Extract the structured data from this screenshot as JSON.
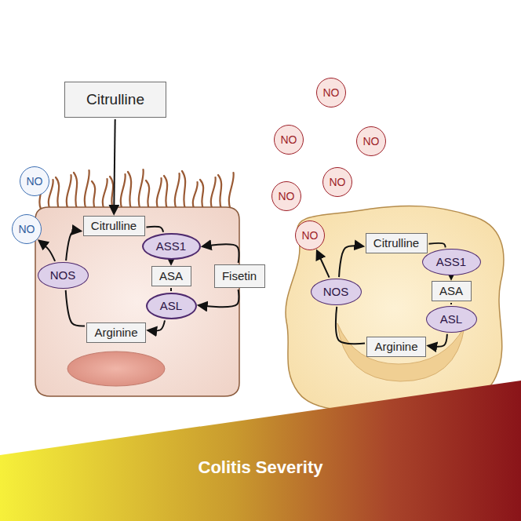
{
  "diagram": {
    "nodes": [
      {
        "text": [
          "Citrulline"
        ]
      },
      {
        "text": [
          "NO"
        ]
      },
      {
        "text": [
          "NO"
        ]
      },
      {
        "text": [
          "Citrulline"
        ]
      },
      {
        "text": [
          "ASS1"
        ]
      },
      {
        "text": [
          "ASA"
        ]
      },
      {
        "text": [
          "ASL"
        ]
      },
      {
        "text": [
          "Arginine"
        ]
      },
      {
        "text": [
          "NOS"
        ]
      },
      {
        "text": [
          "Fisetin"
        ]
      },
      {
        "text": [
          "NO"
        ]
      },
      {
        "text": [
          "NO"
        ]
      },
      {
        "text": [
          "NO"
        ]
      },
      {
        "text": [
          "NO"
        ]
      },
      {
        "text": [
          "NO"
        ]
      },
      {
        "text": [
          "NO"
        ]
      },
      {
        "text": [
          "Citrulline"
        ]
      },
      {
        "text": [
          "ASS1"
        ]
      },
      {
        "text": [
          "ASA"
        ]
      },
      {
        "text": [
          "ASL"
        ]
      },
      {
        "text": [
          "Arginine"
        ]
      },
      {
        "text": [
          "NOS"
        ]
      },
      {
        "text": [
          "Colitis Severity"
        ]
      }
    ],
    "edges": [
      {
        "from": 0,
        "to": 3,
        "arrow": "to"
      },
      {
        "from": 3,
        "to": 4,
        "arrow": "none"
      },
      {
        "from": 4,
        "to": 5,
        "arrow": "to"
      },
      {
        "from": 5,
        "to": 6,
        "arrow": "none"
      },
      {
        "from": 6,
        "to": 7,
        "arrow": "to"
      },
      {
        "from": 7,
        "to": 8,
        "arrow": "none"
      },
      {
        "from": 8,
        "to": 3,
        "arrow": "to"
      },
      {
        "from": 8,
        "to": 2,
        "arrow": "to"
      },
      {
        "from": 9,
        "to": 4,
        "arrow": "to"
      },
      {
        "from": 9,
        "to": 6,
        "arrow": "to"
      },
      {
        "from": 16,
        "to": 17,
        "arrow": "none"
      },
      {
        "from": 17,
        "to": 18,
        "arrow": "to"
      },
      {
        "from": 18,
        "to": 19,
        "arrow": "none"
      },
      {
        "from": 19,
        "to": 20,
        "arrow": "to"
      },
      {
        "from": 20,
        "to": 21,
        "arrow": "none"
      },
      {
        "from": 21,
        "to": 16,
        "arrow": "to"
      },
      {
        "from": 21,
        "to": 15,
        "arrow": "to"
      }
    ]
  }
}
